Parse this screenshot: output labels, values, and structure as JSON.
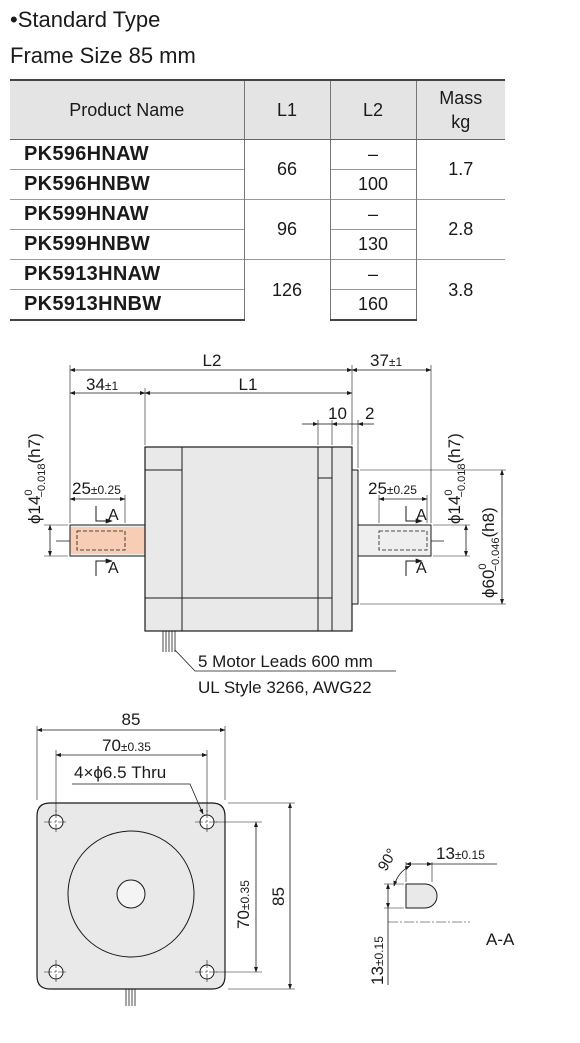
{
  "header": {
    "bullet": "•",
    "type_title": "Standard Type",
    "frame_title": "Frame Size 85 mm"
  },
  "table": {
    "col_product": "Product Name",
    "col_l1": "L1",
    "col_l2": "L2",
    "col_mass_1": "Mass",
    "col_mass_2": "kg",
    "groups": [
      {
        "a": "PK596HNAW",
        "b": "PK596HNBW",
        "l1": "66",
        "l2a": "–",
        "l2b": "100",
        "mass": "1.7"
      },
      {
        "a": "PK599HNAW",
        "b": "PK599HNBW",
        "l1": "96",
        "l2a": "–",
        "l2b": "130",
        "mass": "2.8"
      },
      {
        "a": "PK5913HNAW",
        "b": "PK5913HNBW",
        "l1": "126",
        "l2a": "–",
        "l2b": "160",
        "mass": "3.8"
      }
    ]
  },
  "side_view": {
    "l2": "L2",
    "l1": "L1",
    "front_shaft": "34",
    "front_shaft_tol": "±1",
    "rear_shaft": "37",
    "rear_shaft_tol": "±1",
    "dim_10": "10",
    "dim_2": "2",
    "key_front": "25",
    "key_front_tol": "±0.25",
    "key_rear": "25",
    "key_rear_tol": "±0.25",
    "section_a": "A",
    "shaft_front_dia": "ϕ14",
    "shaft_front_tol_top": "0",
    "shaft_front_tol_bot": "−0.018",
    "shaft_front_fit": "(h7)",
    "shaft_rear_dia": "ϕ14",
    "shaft_rear_tol_top": "0",
    "shaft_rear_tol_bot": "−0.018",
    "shaft_rear_fit": "(h7)",
    "pilot_dia": "ϕ60",
    "pilot_tol_top": "0",
    "pilot_tol_bot": "−0.046",
    "pilot_fit": "(h8)",
    "leads_1": "5 Motor Leads 600 mm",
    "leads_2": "UL Style 3266, AWG22"
  },
  "front_view": {
    "width": "85",
    "bolt_pitch": "70",
    "bolt_pitch_tol": "±0.35",
    "holes": "4×ϕ6.5 Thru",
    "v_pitch": "70",
    "v_pitch_tol": "±0.35",
    "height": "85"
  },
  "section_view": {
    "angle": "90°",
    "flat_width": "13",
    "flat_width_tol": "±0.15",
    "flat_depth": "13",
    "flat_depth_tol": "±0.15",
    "label": "A-A"
  },
  "colors": {
    "body_fill": "#e9e9e9",
    "shaft_fill": "#efefef",
    "key_highlight": "#f7cdb6",
    "line": "#1a1a1a"
  }
}
